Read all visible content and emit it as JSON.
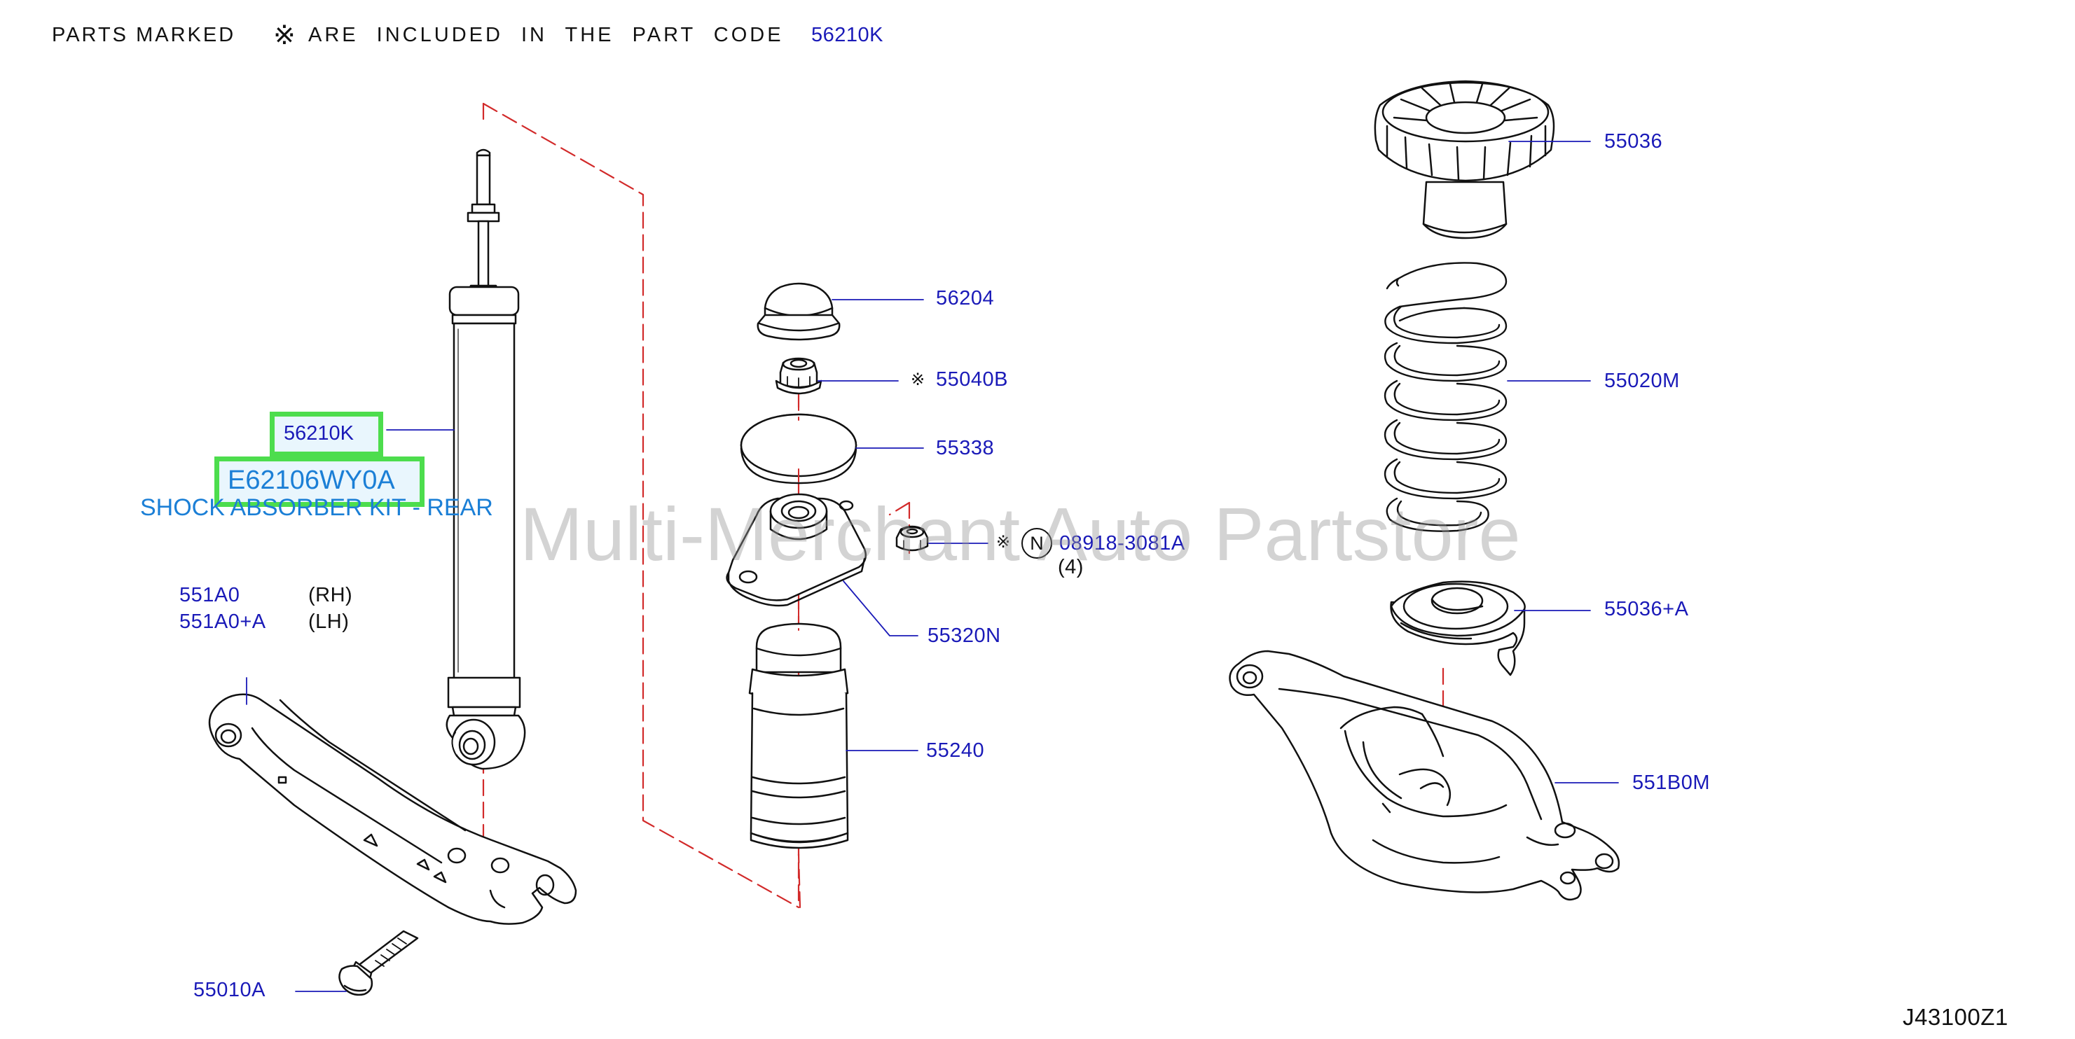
{
  "header": {
    "parts_marked": "PARTS MARKED",
    "symbol": "※",
    "are_included": "ARE INCLUDED IN THE PART CODE",
    "part_code": "56210K"
  },
  "highlight": {
    "part_number": "56210K",
    "kit_code": "E62106WY0A",
    "kit_name": "SHOCK ABSORBER KIT - REAR"
  },
  "labels": {
    "p551a0": "551A0",
    "p551a0_side": "(RH)",
    "p551a0a": "551A0+A",
    "p551a0a_side": "(LH)",
    "p55010a": "55010A",
    "p56204": "56204",
    "p55040b": "55040B",
    "p55338": "55338",
    "p08918": "08918-3081A",
    "p08918_qty": "(4)",
    "n_symbol": "N",
    "p55320n": "55320N",
    "p55240": "55240",
    "p55036": "55036",
    "p55020m": "55020M",
    "p55036a": "55036+A",
    "p551b0m": "551B0M"
  },
  "symbols": {
    "asterisk_55040b": "※",
    "asterisk_08918": "※"
  },
  "diagram_code": "J43100Z1",
  "watermark": "Multi-Merchant Auto Partstore",
  "colors": {
    "label_blue": "#1a1ab8",
    "highlight_border": "#4ddd4d",
    "highlight_text": "#1b7fd6",
    "red_dash": "#d22a2a",
    "line": "#111111"
  }
}
